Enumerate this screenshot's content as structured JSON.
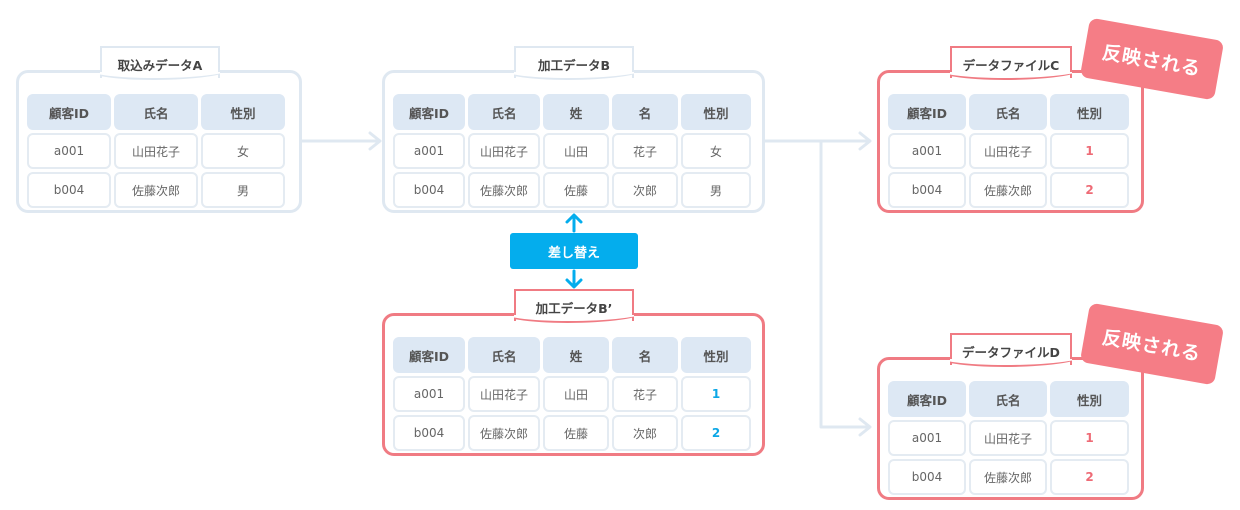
{
  "colors": {
    "accent_blue": "#04aded",
    "accent_pink": "#f07b83",
    "connector": "#dfe8f1",
    "header_cell": "#dde8f4"
  },
  "tableA": {
    "title": "取込みデータA",
    "headers": [
      "顧客ID",
      "氏名",
      "性別"
    ],
    "rows": [
      [
        "a001",
        "山田花子",
        "女"
      ],
      [
        "b004",
        "佐藤次郎",
        "男"
      ]
    ]
  },
  "tableB": {
    "title": "加工データB",
    "headers": [
      "顧客ID",
      "氏名",
      "姓",
      "名",
      "性別"
    ],
    "rows": [
      [
        "a001",
        "山田花子",
        "山田",
        "花子",
        "女"
      ],
      [
        "b004",
        "佐藤次郎",
        "佐藤",
        "次郎",
        "男"
      ]
    ]
  },
  "tableB2": {
    "title": "加工データB’",
    "headers": [
      "顧客ID",
      "氏名",
      "姓",
      "名",
      "性別"
    ],
    "rows": [
      [
        "a001",
        "山田花子",
        "山田",
        "花子",
        "1"
      ],
      [
        "b004",
        "佐藤次郎",
        "佐藤",
        "次郎",
        "2"
      ]
    ]
  },
  "tableC": {
    "title": "データファイルC",
    "headers": [
      "顧客ID",
      "氏名",
      "性別"
    ],
    "rows": [
      [
        "a001",
        "山田花子",
        "1"
      ],
      [
        "b004",
        "佐藤次郎",
        "2"
      ]
    ]
  },
  "tableD": {
    "title": "データファイルD",
    "headers": [
      "顧客ID",
      "氏名",
      "性別"
    ],
    "rows": [
      [
        "a001",
        "山田花子",
        "1"
      ],
      [
        "b004",
        "佐藤次郎",
        "2"
      ]
    ]
  },
  "swap_label": "差し替え",
  "reflect_label": "反映される"
}
